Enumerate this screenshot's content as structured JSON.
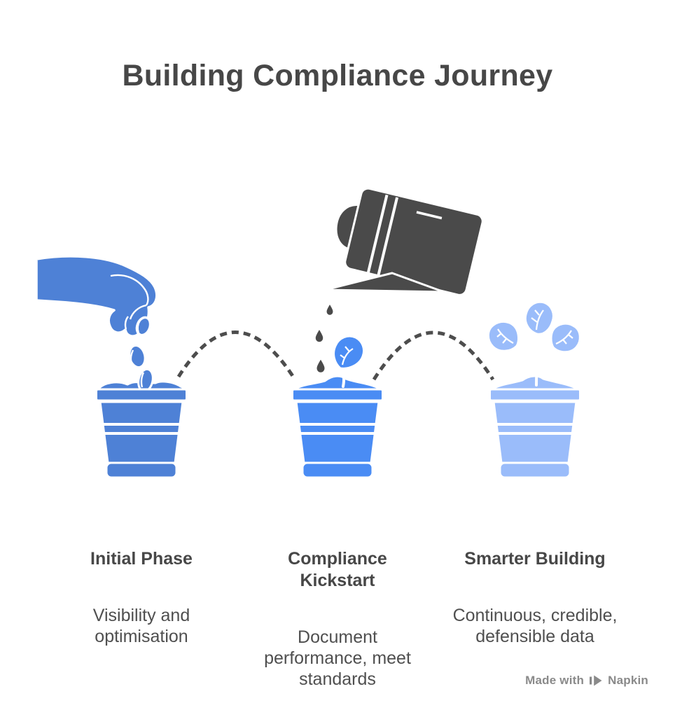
{
  "title": "Building Compliance Journey",
  "stages": [
    {
      "heading": "Initial Phase",
      "description": "Visibility and\noptimisation",
      "illustration": "hand-planting-seeds",
      "pot_color": "#4e81d6"
    },
    {
      "heading": "Compliance\nKickstart",
      "description": "Document\nperformance, meet\nstandards",
      "illustration": "watering-can-over-sprout",
      "pot_color": "#4a8cf4"
    },
    {
      "heading": "Smarter Building",
      "description": "Continuous, credible,\ndefensible data",
      "illustration": "grown-potted-plant",
      "pot_color": "#9abcfa"
    }
  ],
  "watermark": {
    "prefix": "Made with",
    "brand": "Napkin"
  },
  "colors": {
    "background": "#ffffff",
    "title_text": "#474747",
    "body_text": "#4f4f4f",
    "stage1_blue": "#4e81d6",
    "stage2_blue": "#4a8cf4",
    "stage3_blue": "#9abcfa",
    "watering_can_gray": "#4a4a4a",
    "connector_gray": "#4d4d4d",
    "watermark_gray": "#8a8a8a",
    "outline_white": "#ffffff"
  }
}
